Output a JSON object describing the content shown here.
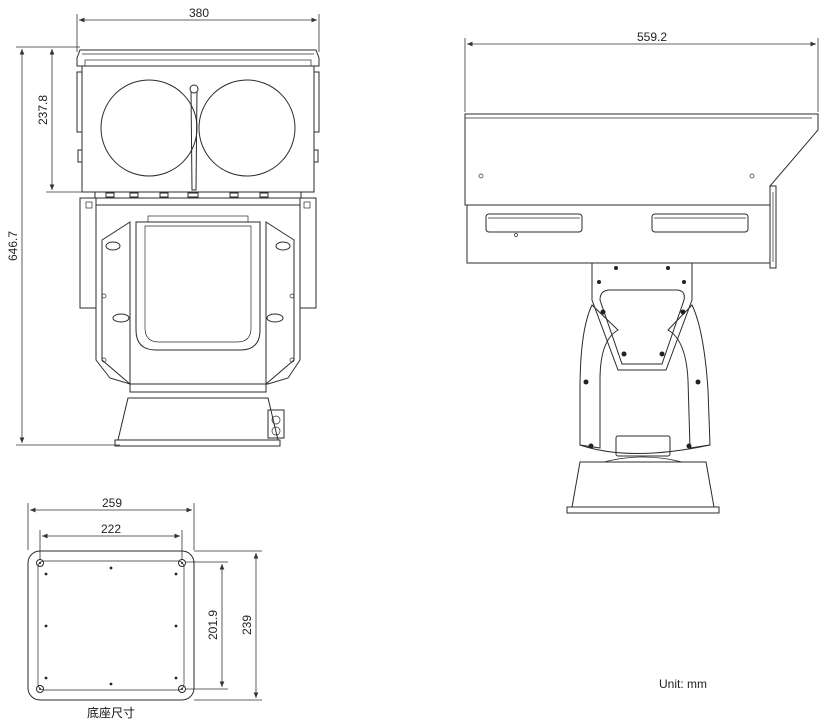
{
  "dimensions": {
    "front_width": "380",
    "front_total_height": "646.7",
    "front_housing_height": "237.8",
    "side_length": "559.2",
    "base_outer_width": "259",
    "base_hole_width": "222",
    "base_hole_height": "201.9",
    "base_outer_height": "239"
  },
  "labels": {
    "base_caption": "底座尺寸",
    "unit": "Unit: mm"
  }
}
